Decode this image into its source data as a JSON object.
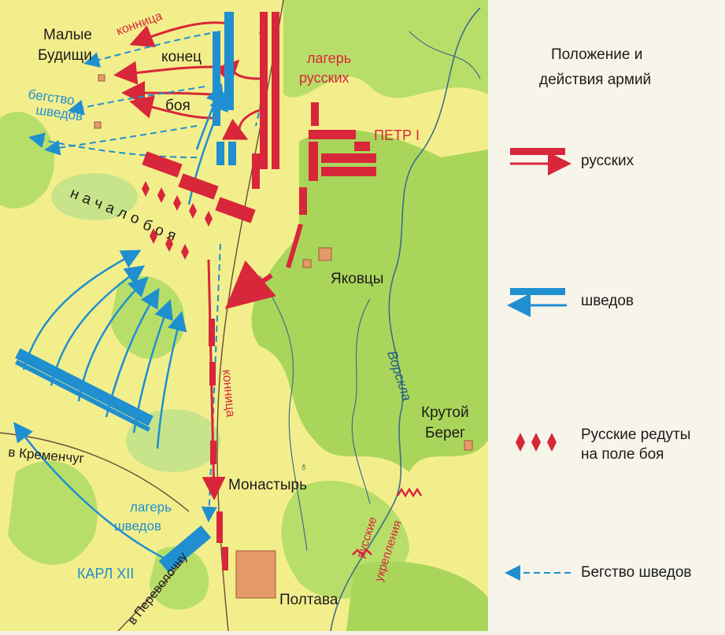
{
  "map": {
    "places": {
      "malye_budishchi_1": "Малые",
      "malye_budishchi_2": "Будищи",
      "yakovtsy": "Яковцы",
      "krutoy_1": "Крутой",
      "krutoy_2": "Берег",
      "monastyr": "Монастырь",
      "poltava": "Полтава",
      "to_kremenchug": "в Кременчуг",
      "to_perevolochnu": "в Переволочну"
    },
    "labels": {
      "end_1": "конец",
      "end_2": "боя",
      "flight_1": "бегство",
      "flight_2": "шведов",
      "cavalry_top": "конница",
      "cavalry_mid": "конница",
      "start_1": "начало",
      "start_2": "боя",
      "camp_ru_1": "лагерь",
      "camp_ru_2": "русских",
      "peter": "ПЕТР I",
      "camp_sw_1": "лагерь",
      "camp_sw_2": "шведов",
      "charles": "КАРЛ XII",
      "fort_1": "русские",
      "fort_2": "укрепления",
      "river": "Ворскла"
    }
  },
  "legend": {
    "title_1": "Положение и",
    "title_2": "действия армий",
    "russians": "русских",
    "swedes": "шведов",
    "redoubts_1": "Русские редуты",
    "redoubts_2": "на поле боя",
    "flight": "Бегство шведов"
  },
  "colors": {
    "russian": "#d8263a",
    "swedish": "#1f8fd0",
    "forest": "#a9d65a",
    "field": "#f3ee8c"
  }
}
